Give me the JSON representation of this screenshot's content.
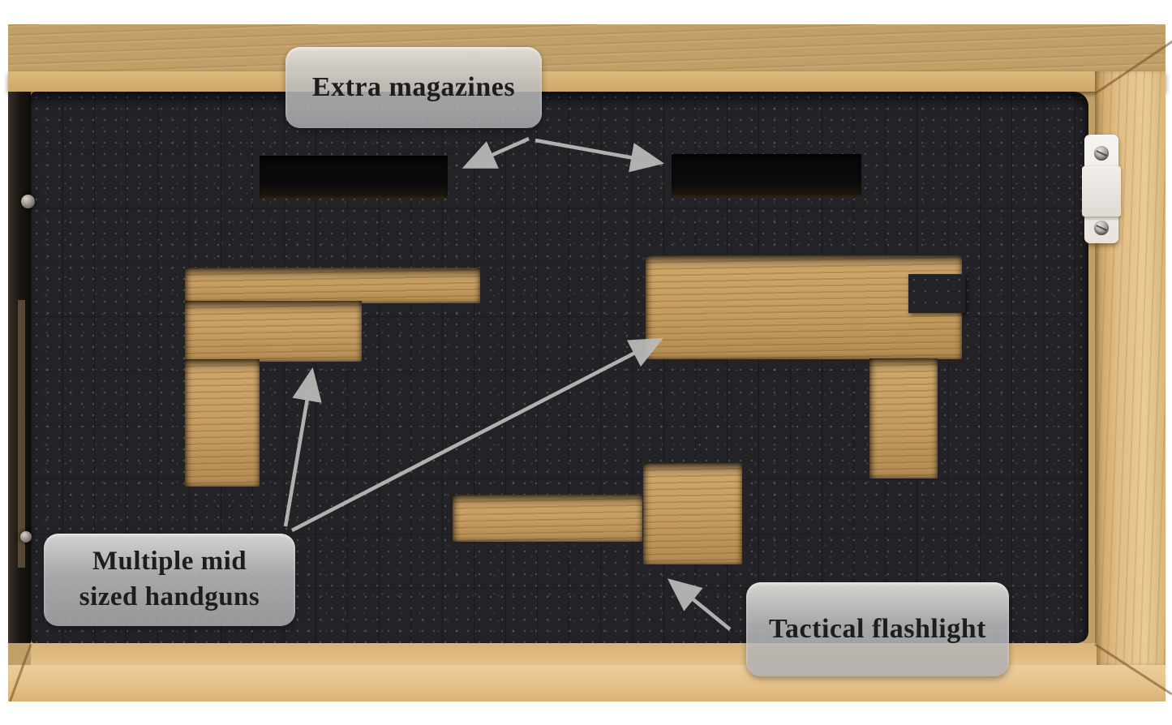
{
  "annotations": {
    "extra_magazines": {
      "label": "Extra magazines"
    },
    "handguns": {
      "lines": [
        "Multiple mid",
        "sized handguns"
      ]
    },
    "flashlight": {
      "label": "Tactical flashlight"
    }
  },
  "colors": {
    "page_bg": "#ffffff",
    "wood_frame_light": "#eccf9e",
    "wood_frame_side": "#e0bd84",
    "wood_case_bottom": "#c59c5f",
    "foam": "#232227",
    "deep_slot": "#0c0b0c",
    "label_bg": "#bdbdbf",
    "label_text": "#1d1d1d",
    "arrow": "#bdbdbb",
    "latch": "#f2efeb"
  }
}
